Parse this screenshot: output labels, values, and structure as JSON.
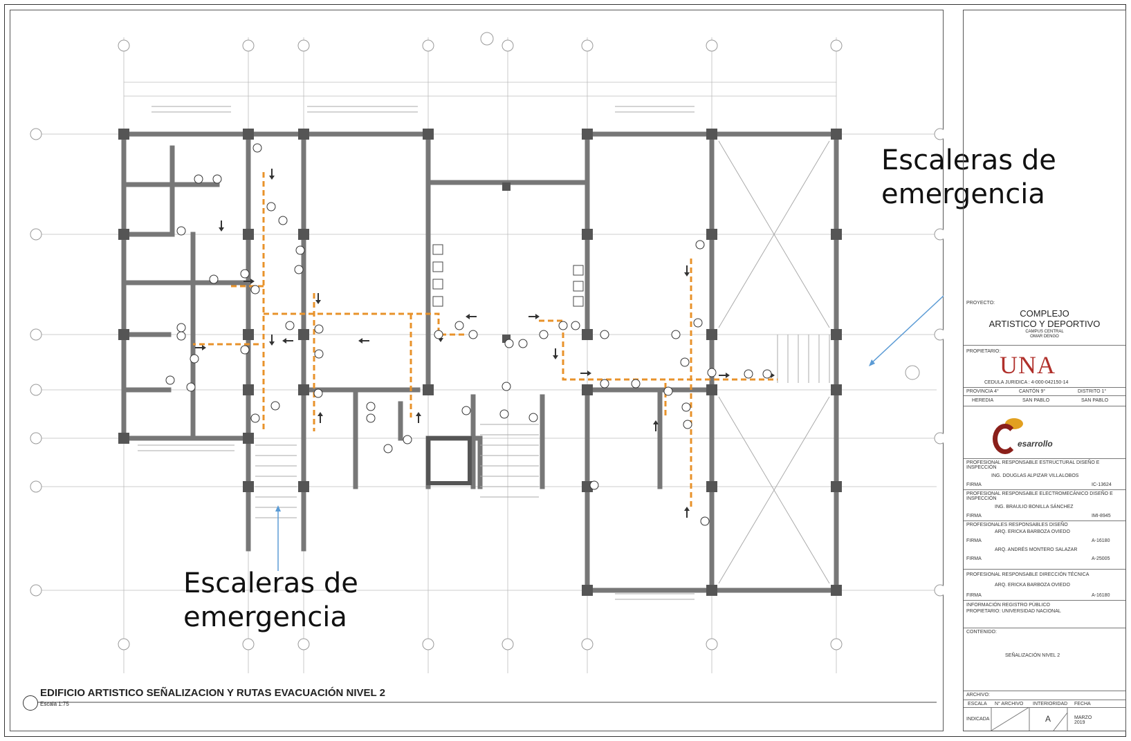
{
  "labels": {
    "stairs_top": [
      "Escaleras de",
      "emergencia"
    ],
    "stairs_bottom": [
      "Escaleras de",
      "emergencia"
    ]
  },
  "plan": {
    "title": "EDIFICIO ARTISTICO SEÑALIZACION Y RUTAS EVACUACIÓN NIVEL 2",
    "scale": "Escala 1:75"
  },
  "title_block": {
    "project_label": "PROYECTO:",
    "project_name_1": "COMPLEJO",
    "project_name_2": "ARTISTICO Y DEPORTIVO",
    "project_sub_1": "CAMPUS CENTRAL",
    "project_sub_2": "OMAR DENGO",
    "owner_label": "PROPIETARIO:",
    "owner_logo": "UNA",
    "cedula": "CEDULA JURIDICA : 4-000-042150-14",
    "loc_headers": [
      "PROVINCIA 4°",
      "CANTÓN 9°",
      "DISTRITO 1°"
    ],
    "loc_values": [
      "HEREDIA",
      "SAN PABLO",
      "SAN PABLO"
    ],
    "company_logo_text": "esarrollo",
    "resp_struct_title": "PROFESIONAL RESPONSABLE ESTRUCTURAL DISEÑO E INSPECCIÓN",
    "resp_struct_name": "ING. DOUGLAS ALPIZAR VILLALOBOS",
    "resp_struct_reg": "IC-13624",
    "resp_elec_title": "PROFESIONAL RESPONSABLE ELECTROMECÁNICO DISEÑO E INSPECCIÓN",
    "resp_elec_name": "ING. BRAULIO BONILLA SÁNCHEZ",
    "resp_elec_reg": "IMI-8945",
    "resp_design_title": "PROFESIONALES RESPONSABLES DISEÑO",
    "resp_design_name_1": "ARQ. ERICKA BARBOZA OVIEDO",
    "resp_design_reg_1": "A-16180",
    "resp_design_name_2": "ARQ. ANDRÉS MONTERO SALAZAR",
    "resp_design_reg_2": "A-25005",
    "resp_tech_title": "PROFESIONAL RESPONSABLE DIRECCIÓN TÉCNICA",
    "resp_tech_name": "ARQ. ERICKA BARBOZA OVIEDO",
    "resp_tech_reg": "A-16180",
    "firma": "FIRMA",
    "registry_title": "INFORMACIÓN REGISTRO PÚBLICO",
    "registry_owner": "PROPIETARIO: UNIVERSIDAD NACIONAL",
    "contents_label": "CONTENIDO:",
    "contents_value": "SEÑALIZACIÓN NIVEL 2",
    "archivo_label": "ARCHIVO:",
    "bottom_headers": [
      "ESCALA",
      "N° ARCHIVO",
      "INTERIORIDAD",
      "FECHA"
    ],
    "bottom_values": [
      "INDICADA",
      "",
      "A",
      "MARZO 2019"
    ]
  }
}
